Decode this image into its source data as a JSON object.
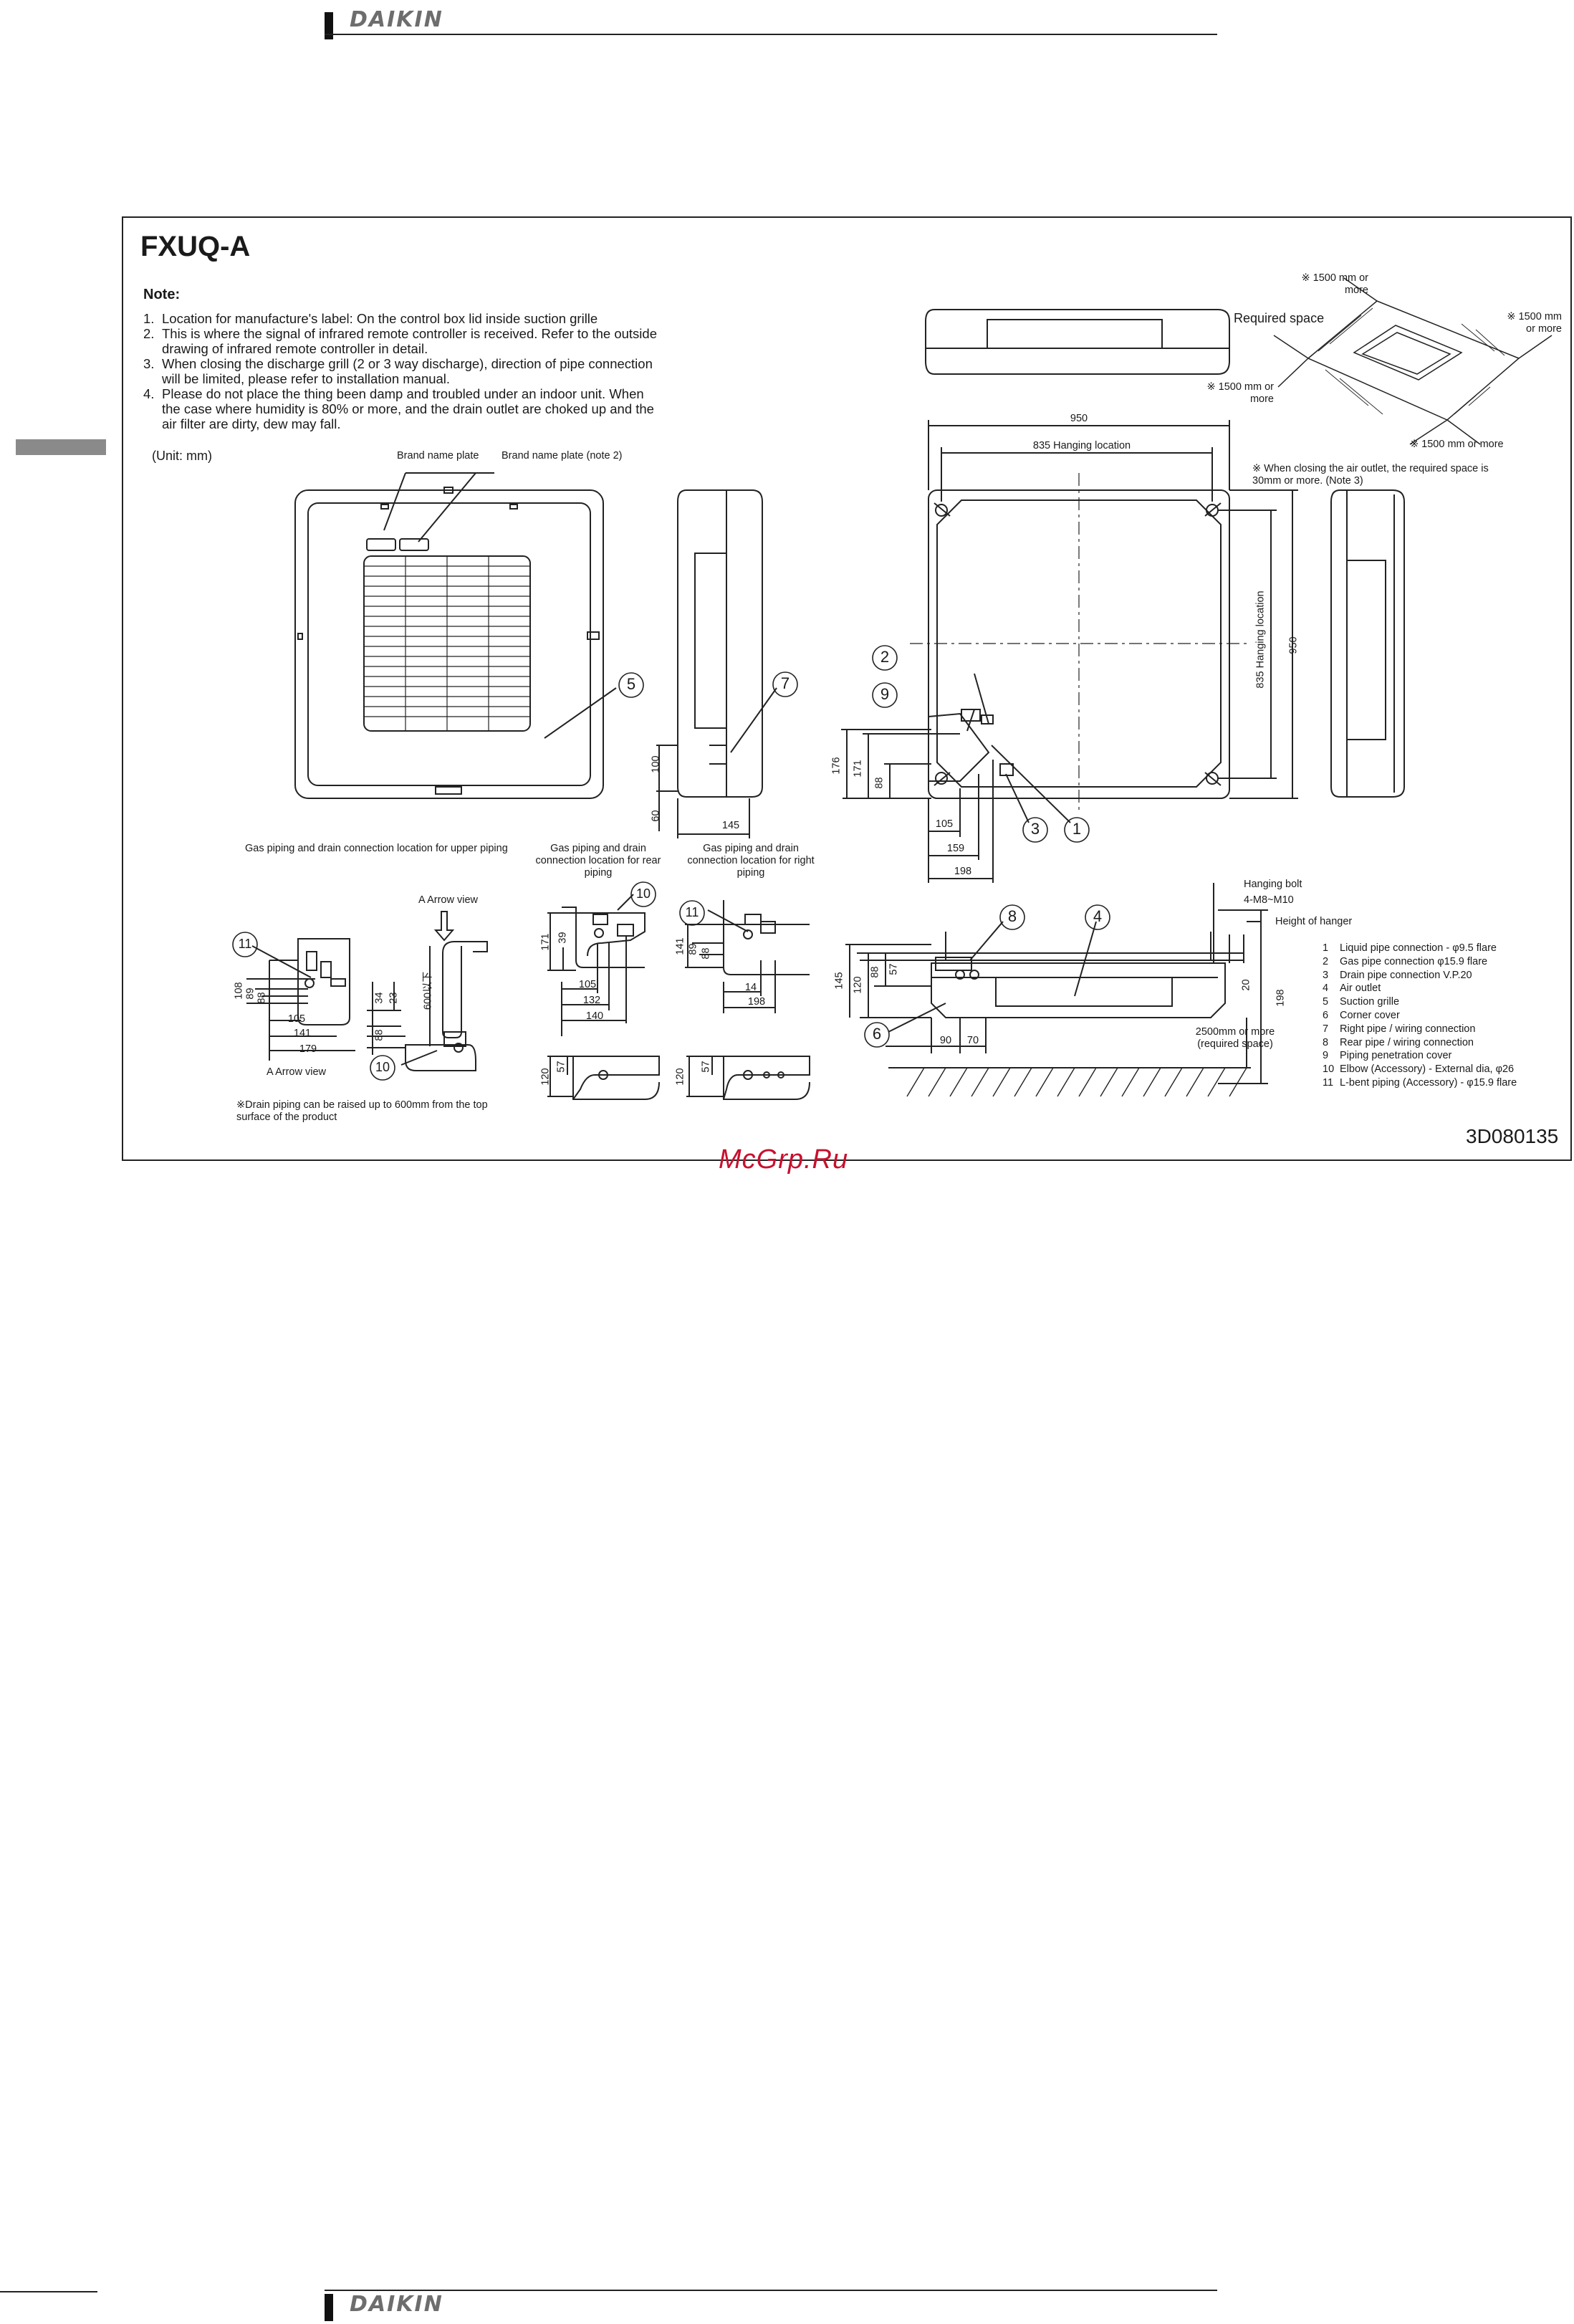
{
  "header": {
    "logo": "DAIKIN"
  },
  "footer": {
    "logo": "DAIKIN"
  },
  "model": "FXUQ-A",
  "notes": {
    "title": "Note:",
    "items": [
      {
        "n": "1.",
        "text": "Location for manufacture's label: On the control box lid inside suction grille"
      },
      {
        "n": "2.",
        "text": "This is where the signal of infrared remote controller is received. Refer to the outside drawing of infrared remote controller in detail."
      },
      {
        "n": "3.",
        "text": "When closing the discharge grill (2 or 3 way discharge), direction of pipe connection will be limited, please refer to installation manual."
      },
      {
        "n": "4.",
        "text": "Please do not place the thing been damp and troubled under an indoor unit. When the case where humidity is 80% or more, and the drain outlet are choked up and the air filter are dirty, dew may fall."
      }
    ]
  },
  "unit": "(Unit: mm)",
  "labels": {
    "brand_plate": "Brand name plate",
    "brand_plate_note2": "Brand name plate (note 2)",
    "required_space": "Required space",
    "space_top": "※ 1500 mm or\nmore",
    "space_right": "※ 1500 mm\nor more",
    "space_left": "※ 1500 mm or\nmore",
    "space_bottom": "※ 1500 mm or more",
    "outlet_note": "※ When closing the air outlet, the required space is\n30mm or more. (Note 3)",
    "gas_upper": "Gas piping and drain connection location for upper piping",
    "gas_rear": "Gas piping and drain\nconnection location for rear\npiping",
    "gas_right": "Gas piping and drain\nconnection location for right\npiping",
    "arrow_view_top": "A Arrow view",
    "arrow_view_bottom": "A Arrow view",
    "drain_note": "※Drain piping can be raised up to 600mm from the top\nsurface of the product",
    "hanging_bolt": "Hanging bolt",
    "bolt_spec": "4-M8~M10",
    "height_hanger": "Height of hanger",
    "space_2500": "2500mm or more\n(required space)",
    "hanging_location": "835 Hanging location",
    "hanging_location_v": "835 Hanging location"
  },
  "dims": {
    "w950": "950",
    "h950": "950",
    "d100": "100",
    "d60": "60",
    "d145": "145",
    "d176": "176",
    "d171": "171",
    "d88": "88",
    "d105": "105",
    "d159": "159",
    "d198": "198",
    "a108": "108",
    "a89": "89",
    "a88": "88",
    "a105": "105",
    "a141": "141",
    "a179": "179",
    "b34": "34",
    "b23": "23",
    "b600": "600以下",
    "b88": "88",
    "c171": "171",
    "c39": "39",
    "c105": "105",
    "c132": "132",
    "c140": "140",
    "c120": "120",
    "c57": "57",
    "e141": "141",
    "e89": "89",
    "e88": "88",
    "e14": "14",
    "e198": "198",
    "e120": "120",
    "e57": "57",
    "s145": "145",
    "s120": "120",
    "s88": "88",
    "s57": "57",
    "s90": "90",
    "s70": "70",
    "s20": "20",
    "s198": "198"
  },
  "callouts": [
    "1",
    "2",
    "3",
    "4",
    "5",
    "6",
    "7",
    "8",
    "9",
    "10",
    "11"
  ],
  "legend": [
    {
      "num": "1",
      "text": "Liquid pipe connection - φ9.5 flare"
    },
    {
      "num": "2",
      "text": "Gas pipe connection φ15.9 flare"
    },
    {
      "num": "3",
      "text": "Drain pipe connection V.P.20"
    },
    {
      "num": "4",
      "text": "Air outlet"
    },
    {
      "num": "5",
      "text": "Suction grille"
    },
    {
      "num": "6",
      "text": "Corner cover"
    },
    {
      "num": "7",
      "text": "Right pipe / wiring connection"
    },
    {
      "num": "8",
      "text": "Rear pipe / wiring connection"
    },
    {
      "num": "9",
      "text": "Piping penetration cover"
    },
    {
      "num": "10",
      "text": "Elbow (Accessory) - External dia, φ26"
    },
    {
      "num": "11",
      "text": "L-bent piping (Accessory) - φ15.9 flare"
    }
  ],
  "drawing_no": "3D080135",
  "watermark": "McGrp.Ru"
}
